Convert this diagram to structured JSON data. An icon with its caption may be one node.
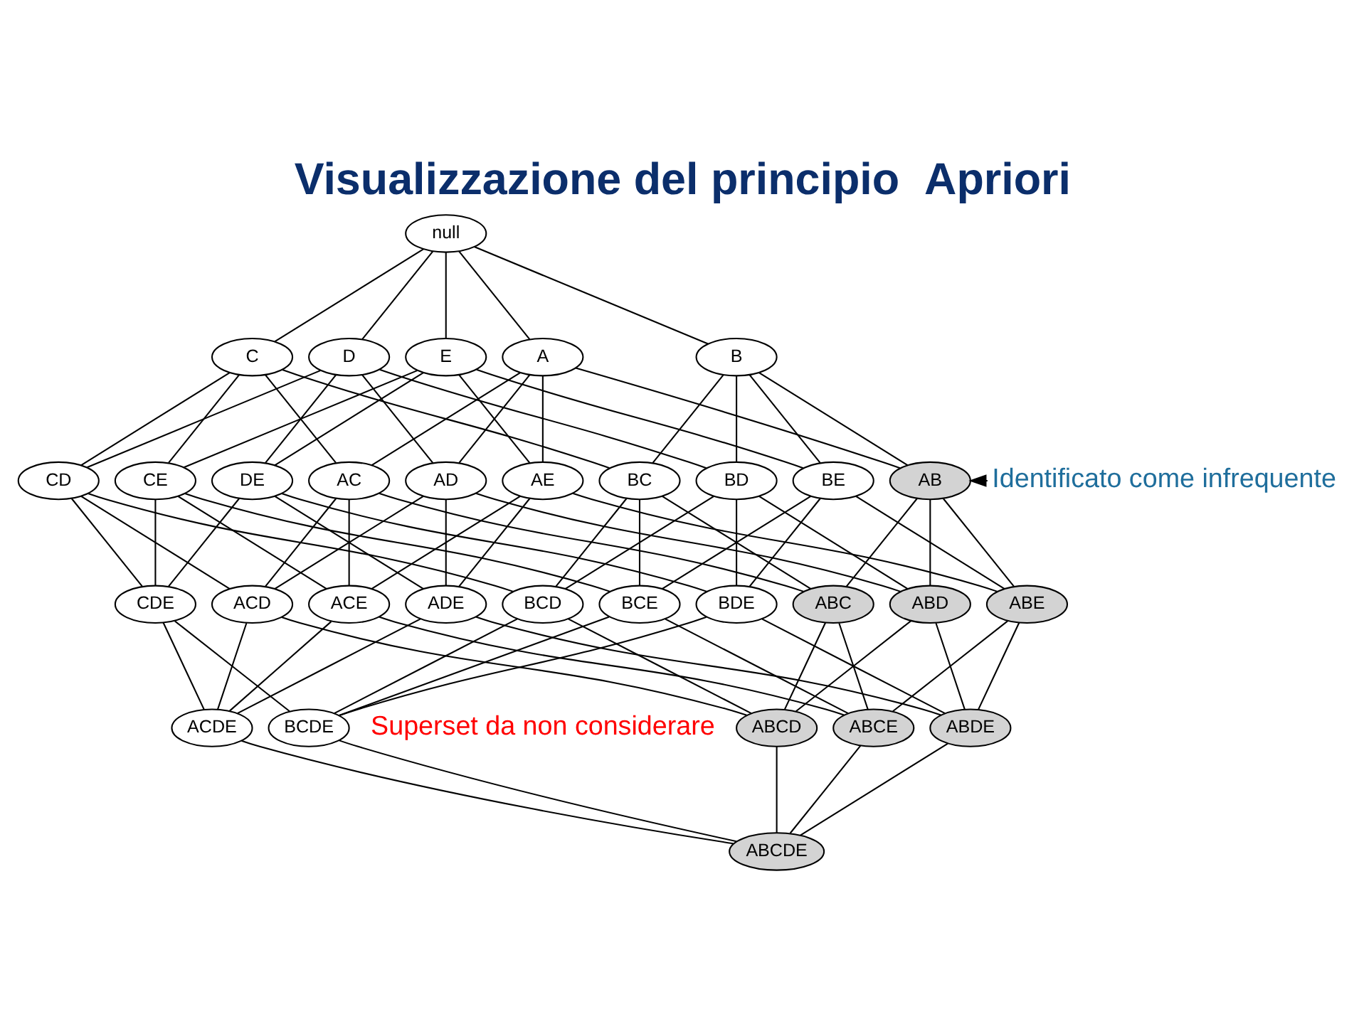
{
  "diagram": {
    "title": "Visualizzazione del principio  Apriori",
    "nodes": [
      {
        "text": [
          "null"
        ]
      },
      {
        "text": [
          "A"
        ]
      },
      {
        "text": [
          "B"
        ]
      },
      {
        "text": [
          "C"
        ]
      },
      {
        "text": [
          "D"
        ]
      },
      {
        "text": [
          "E"
        ]
      },
      {
        "text": [
          "AB"
        ]
      },
      {
        "text": [
          "AC"
        ]
      },
      {
        "text": [
          "AD"
        ]
      },
      {
        "text": [
          "AE"
        ]
      },
      {
        "text": [
          "BC"
        ]
      },
      {
        "text": [
          "BD"
        ]
      },
      {
        "text": [
          "BE"
        ]
      },
      {
        "text": [
          "CD"
        ]
      },
      {
        "text": [
          "CE"
        ]
      },
      {
        "text": [
          "DE"
        ]
      },
      {
        "text": [
          "ABC"
        ]
      },
      {
        "text": [
          "ABD"
        ]
      },
      {
        "text": [
          "ABE"
        ]
      },
      {
        "text": [
          "ACD"
        ]
      },
      {
        "text": [
          "ACE"
        ]
      },
      {
        "text": [
          "ADE"
        ]
      },
      {
        "text": [
          "BCD"
        ]
      },
      {
        "text": [
          "BCE"
        ]
      },
      {
        "text": [
          "BDE"
        ]
      },
      {
        "text": [
          "CDE"
        ]
      },
      {
        "text": [
          "ABCD"
        ]
      },
      {
        "text": [
          "ABCE"
        ]
      },
      {
        "text": [
          "ABDE"
        ]
      },
      {
        "text": [
          "ACDE"
        ]
      },
      {
        "text": [
          "BCDE"
        ]
      },
      {
        "text": [
          "ABCDE"
        ]
      },
      {
        "text": [
          "Identificato come infrequente"
        ]
      }
    ],
    "edges": [
      {
        "from": 0,
        "to": 1,
        "arrow": "none"
      },
      {
        "from": 0,
        "to": 2,
        "arrow": "none"
      },
      {
        "from": 0,
        "to": 3,
        "arrow": "none"
      },
      {
        "from": 0,
        "to": 4,
        "arrow": "none"
      },
      {
        "from": 0,
        "to": 5,
        "arrow": "none"
      },
      {
        "from": 1,
        "to": 6,
        "arrow": "none"
      },
      {
        "from": 1,
        "to": 7,
        "arrow": "none"
      },
      {
        "from": 1,
        "to": 8,
        "arrow": "none"
      },
      {
        "from": 1,
        "to": 9,
        "arrow": "none"
      },
      {
        "from": 2,
        "to": 6,
        "arrow": "none"
      },
      {
        "from": 2,
        "to": 10,
        "arrow": "none"
      },
      {
        "from": 2,
        "to": 11,
        "arrow": "none"
      },
      {
        "from": 2,
        "to": 12,
        "arrow": "none"
      },
      {
        "from": 3,
        "to": 7,
        "arrow": "none"
      },
      {
        "from": 3,
        "to": 10,
        "arrow": "none"
      },
      {
        "from": 3,
        "to": 13,
        "arrow": "none"
      },
      {
        "from": 3,
        "to": 14,
        "arrow": "none"
      },
      {
        "from": 4,
        "to": 8,
        "arrow": "none"
      },
      {
        "from": 4,
        "to": 11,
        "arrow": "none"
      },
      {
        "from": 4,
        "to": 13,
        "arrow": "none"
      },
      {
        "from": 4,
        "to": 15,
        "arrow": "none"
      },
      {
        "from": 5,
        "to": 9,
        "arrow": "none"
      },
      {
        "from": 5,
        "to": 12,
        "arrow": "none"
      },
      {
        "from": 5,
        "to": 14,
        "arrow": "none"
      },
      {
        "from": 5,
        "to": 15,
        "arrow": "none"
      },
      {
        "from": 6,
        "to": 16,
        "arrow": "none"
      },
      {
        "from": 6,
        "to": 17,
        "arrow": "none"
      },
      {
        "from": 6,
        "to": 18,
        "arrow": "none"
      },
      {
        "from": 7,
        "to": 16,
        "arrow": "none"
      },
      {
        "from": 7,
        "to": 19,
        "arrow": "none"
      },
      {
        "from": 7,
        "to": 20,
        "arrow": "none"
      },
      {
        "from": 8,
        "to": 17,
        "arrow": "none"
      },
      {
        "from": 8,
        "to": 19,
        "arrow": "none"
      },
      {
        "from": 8,
        "to": 21,
        "arrow": "none"
      },
      {
        "from": 9,
        "to": 18,
        "arrow": "none"
      },
      {
        "from": 9,
        "to": 20,
        "arrow": "none"
      },
      {
        "from": 9,
        "to": 21,
        "arrow": "none"
      },
      {
        "from": 10,
        "to": 16,
        "arrow": "none"
      },
      {
        "from": 10,
        "to": 22,
        "arrow": "none"
      },
      {
        "from": 10,
        "to": 23,
        "arrow": "none"
      },
      {
        "from": 11,
        "to": 17,
        "arrow": "none"
      },
      {
        "from": 11,
        "to": 22,
        "arrow": "none"
      },
      {
        "from": 11,
        "to": 24,
        "arrow": "none"
      },
      {
        "from": 12,
        "to": 18,
        "arrow": "none"
      },
      {
        "from": 12,
        "to": 23,
        "arrow": "none"
      },
      {
        "from": 12,
        "to": 24,
        "arrow": "none"
      },
      {
        "from": 13,
        "to": 19,
        "arrow": "none"
      },
      {
        "from": 13,
        "to": 22,
        "arrow": "none"
      },
      {
        "from": 13,
        "to": 25,
        "arrow": "none"
      },
      {
        "from": 14,
        "to": 20,
        "arrow": "none"
      },
      {
        "from": 14,
        "to": 23,
        "arrow": "none"
      },
      {
        "from": 14,
        "to": 25,
        "arrow": "none"
      },
      {
        "from": 15,
        "to": 21,
        "arrow": "none"
      },
      {
        "from": 15,
        "to": 24,
        "arrow": "none"
      },
      {
        "from": 15,
        "to": 25,
        "arrow": "none"
      },
      {
        "from": 16,
        "to": 26,
        "arrow": "none"
      },
      {
        "from": 16,
        "to": 27,
        "arrow": "none"
      },
      {
        "from": 17,
        "to": 26,
        "arrow": "none"
      },
      {
        "from": 17,
        "to": 28,
        "arrow": "none"
      },
      {
        "from": 18,
        "to": 27,
        "arrow": "none"
      },
      {
        "from": 18,
        "to": 28,
        "arrow": "none"
      },
      {
        "from": 19,
        "to": 26,
        "arrow": "none"
      },
      {
        "from": 19,
        "to": 29,
        "arrow": "none"
      },
      {
        "from": 20,
        "to": 27,
        "arrow": "none"
      },
      {
        "from": 20,
        "to": 29,
        "arrow": "none"
      },
      {
        "from": 21,
        "to": 28,
        "arrow": "none"
      },
      {
        "from": 21,
        "to": 29,
        "arrow": "none"
      },
      {
        "from": 22,
        "to": 26,
        "arrow": "none"
      },
      {
        "from": 22,
        "to": 30,
        "arrow": "none"
      },
      {
        "from": 23,
        "to": 27,
        "arrow": "none"
      },
      {
        "from": 23,
        "to": 30,
        "arrow": "none"
      },
      {
        "from": 24,
        "to": 28,
        "arrow": "none"
      },
      {
        "from": 24,
        "to": 30,
        "arrow": "none"
      },
      {
        "from": 25,
        "to": 29,
        "arrow": "none"
      },
      {
        "from": 25,
        "to": 30,
        "arrow": "none"
      },
      {
        "from": 26,
        "to": 31,
        "arrow": "none"
      },
      {
        "from": 27,
        "to": 31,
        "arrow": "none"
      },
      {
        "from": 28,
        "to": 31,
        "arrow": "none"
      },
      {
        "from": 29,
        "to": 31,
        "arrow": "none"
      },
      {
        "from": 30,
        "to": 31,
        "arrow": "none"
      },
      {
        "from": 32,
        "to": 6,
        "arrow": "to"
      }
    ],
    "labels": [
      "Superset da non considerare"
    ]
  }
}
